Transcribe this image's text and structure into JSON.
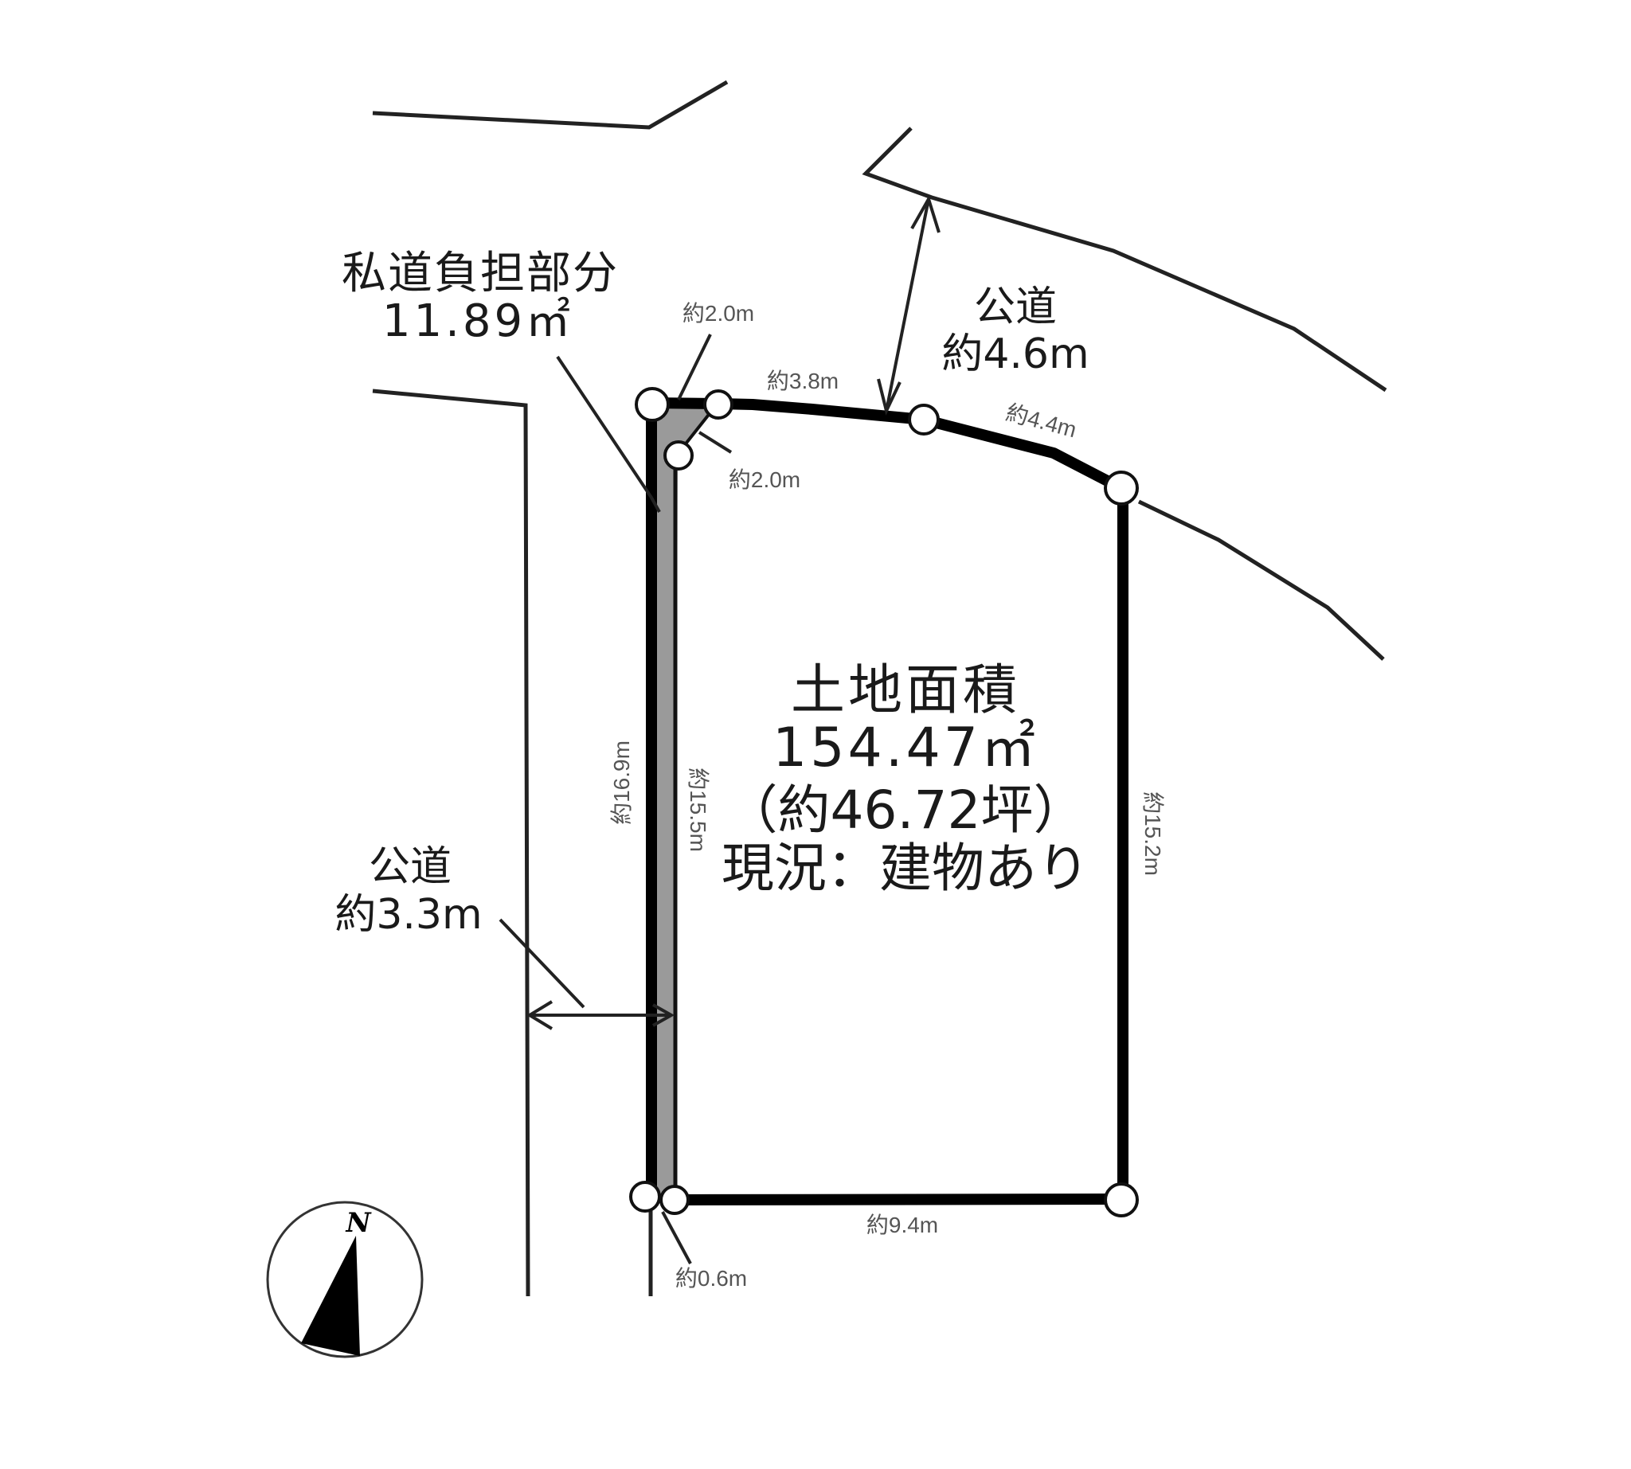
{
  "diagram": {
    "type": "land_survey_plot",
    "colors": {
      "boundary": "#000000",
      "private_road_share": "#999999",
      "text": "#1a1a1a",
      "dimension_text": "#555555",
      "background": "#ffffff"
    },
    "private_road_share": {
      "title": "私道負担部分",
      "area": "11.89㎡"
    },
    "lot": {
      "title": "土地面積",
      "area": "154.47㎡",
      "tsubo": "（約46.72坪）",
      "status": "現況：建物あり"
    },
    "roads": {
      "north_east": {
        "label": "公道",
        "width": "約4.6m"
      },
      "west": {
        "label": "公道",
        "width": "約3.3m"
      }
    },
    "dimensions": {
      "top_corner_short": "約2.0m",
      "top_edge": "約3.8m",
      "corner_cut": "約2.0m",
      "top_right_edge": "約4.4m",
      "west_outer": "約16.9m",
      "west_inner": "約15.5m",
      "east_edge": "約15.2m",
      "south_edge": "約9.4m",
      "south_offset": "約0.6m"
    },
    "compass": {
      "label": "N"
    }
  }
}
